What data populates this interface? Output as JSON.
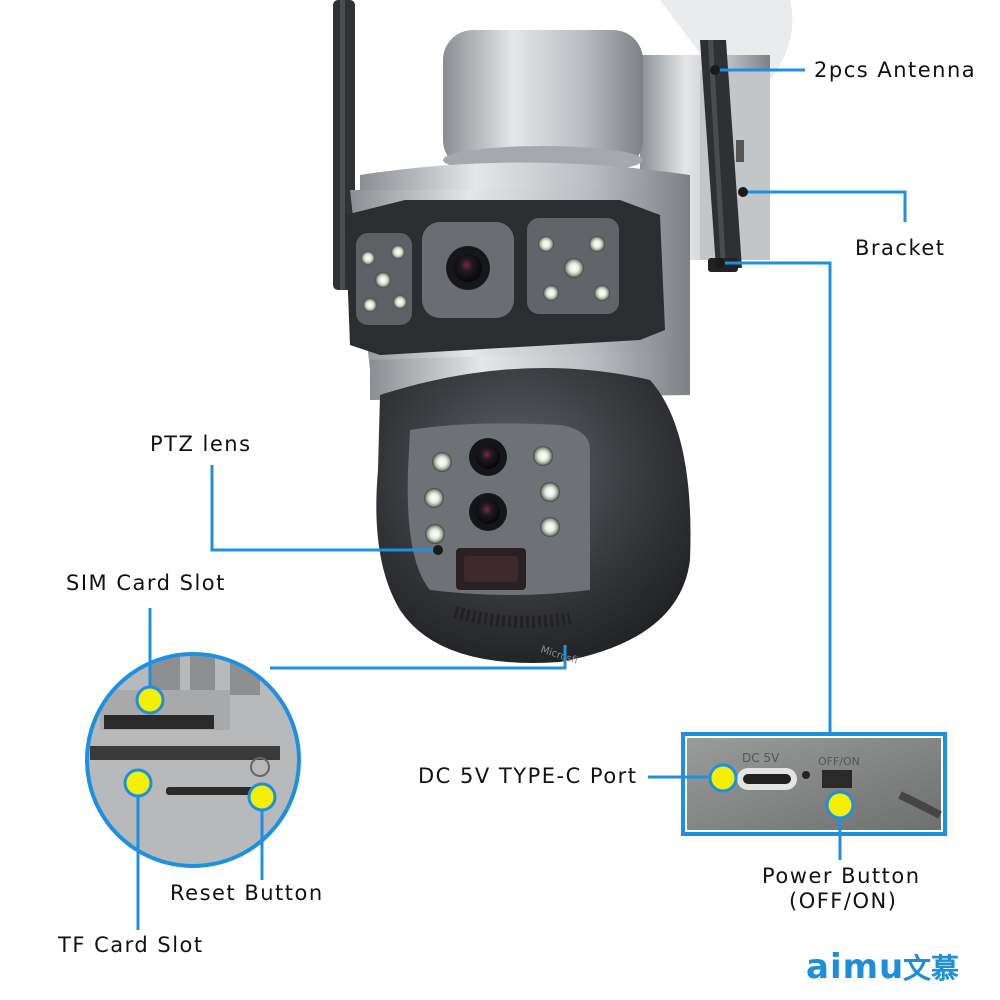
{
  "callouts": {
    "antenna": "2pcs Antenna",
    "bracket": "Bracket",
    "ptz_lens": "PTZ  lens",
    "sim_slot": "SIM Card Slot",
    "reset_button": "Reset Button",
    "tf_slot": "TF Card Slot",
    "dc_port": "DC 5V TYPE-C Port",
    "power_button_line1": "Power Button",
    "power_button_line2": "(OFF/ON)"
  },
  "device_print": {
    "dc5v": "DC 5V",
    "off_on": "OFF/ON",
    "brand_mark": "Microsfi"
  },
  "logo": {
    "latin": "aimu",
    "chinese": "文慕"
  },
  "colors": {
    "leader_line": "#1e90e0",
    "marker_dot": "#f4f000",
    "logo": "#1d8fd8"
  }
}
